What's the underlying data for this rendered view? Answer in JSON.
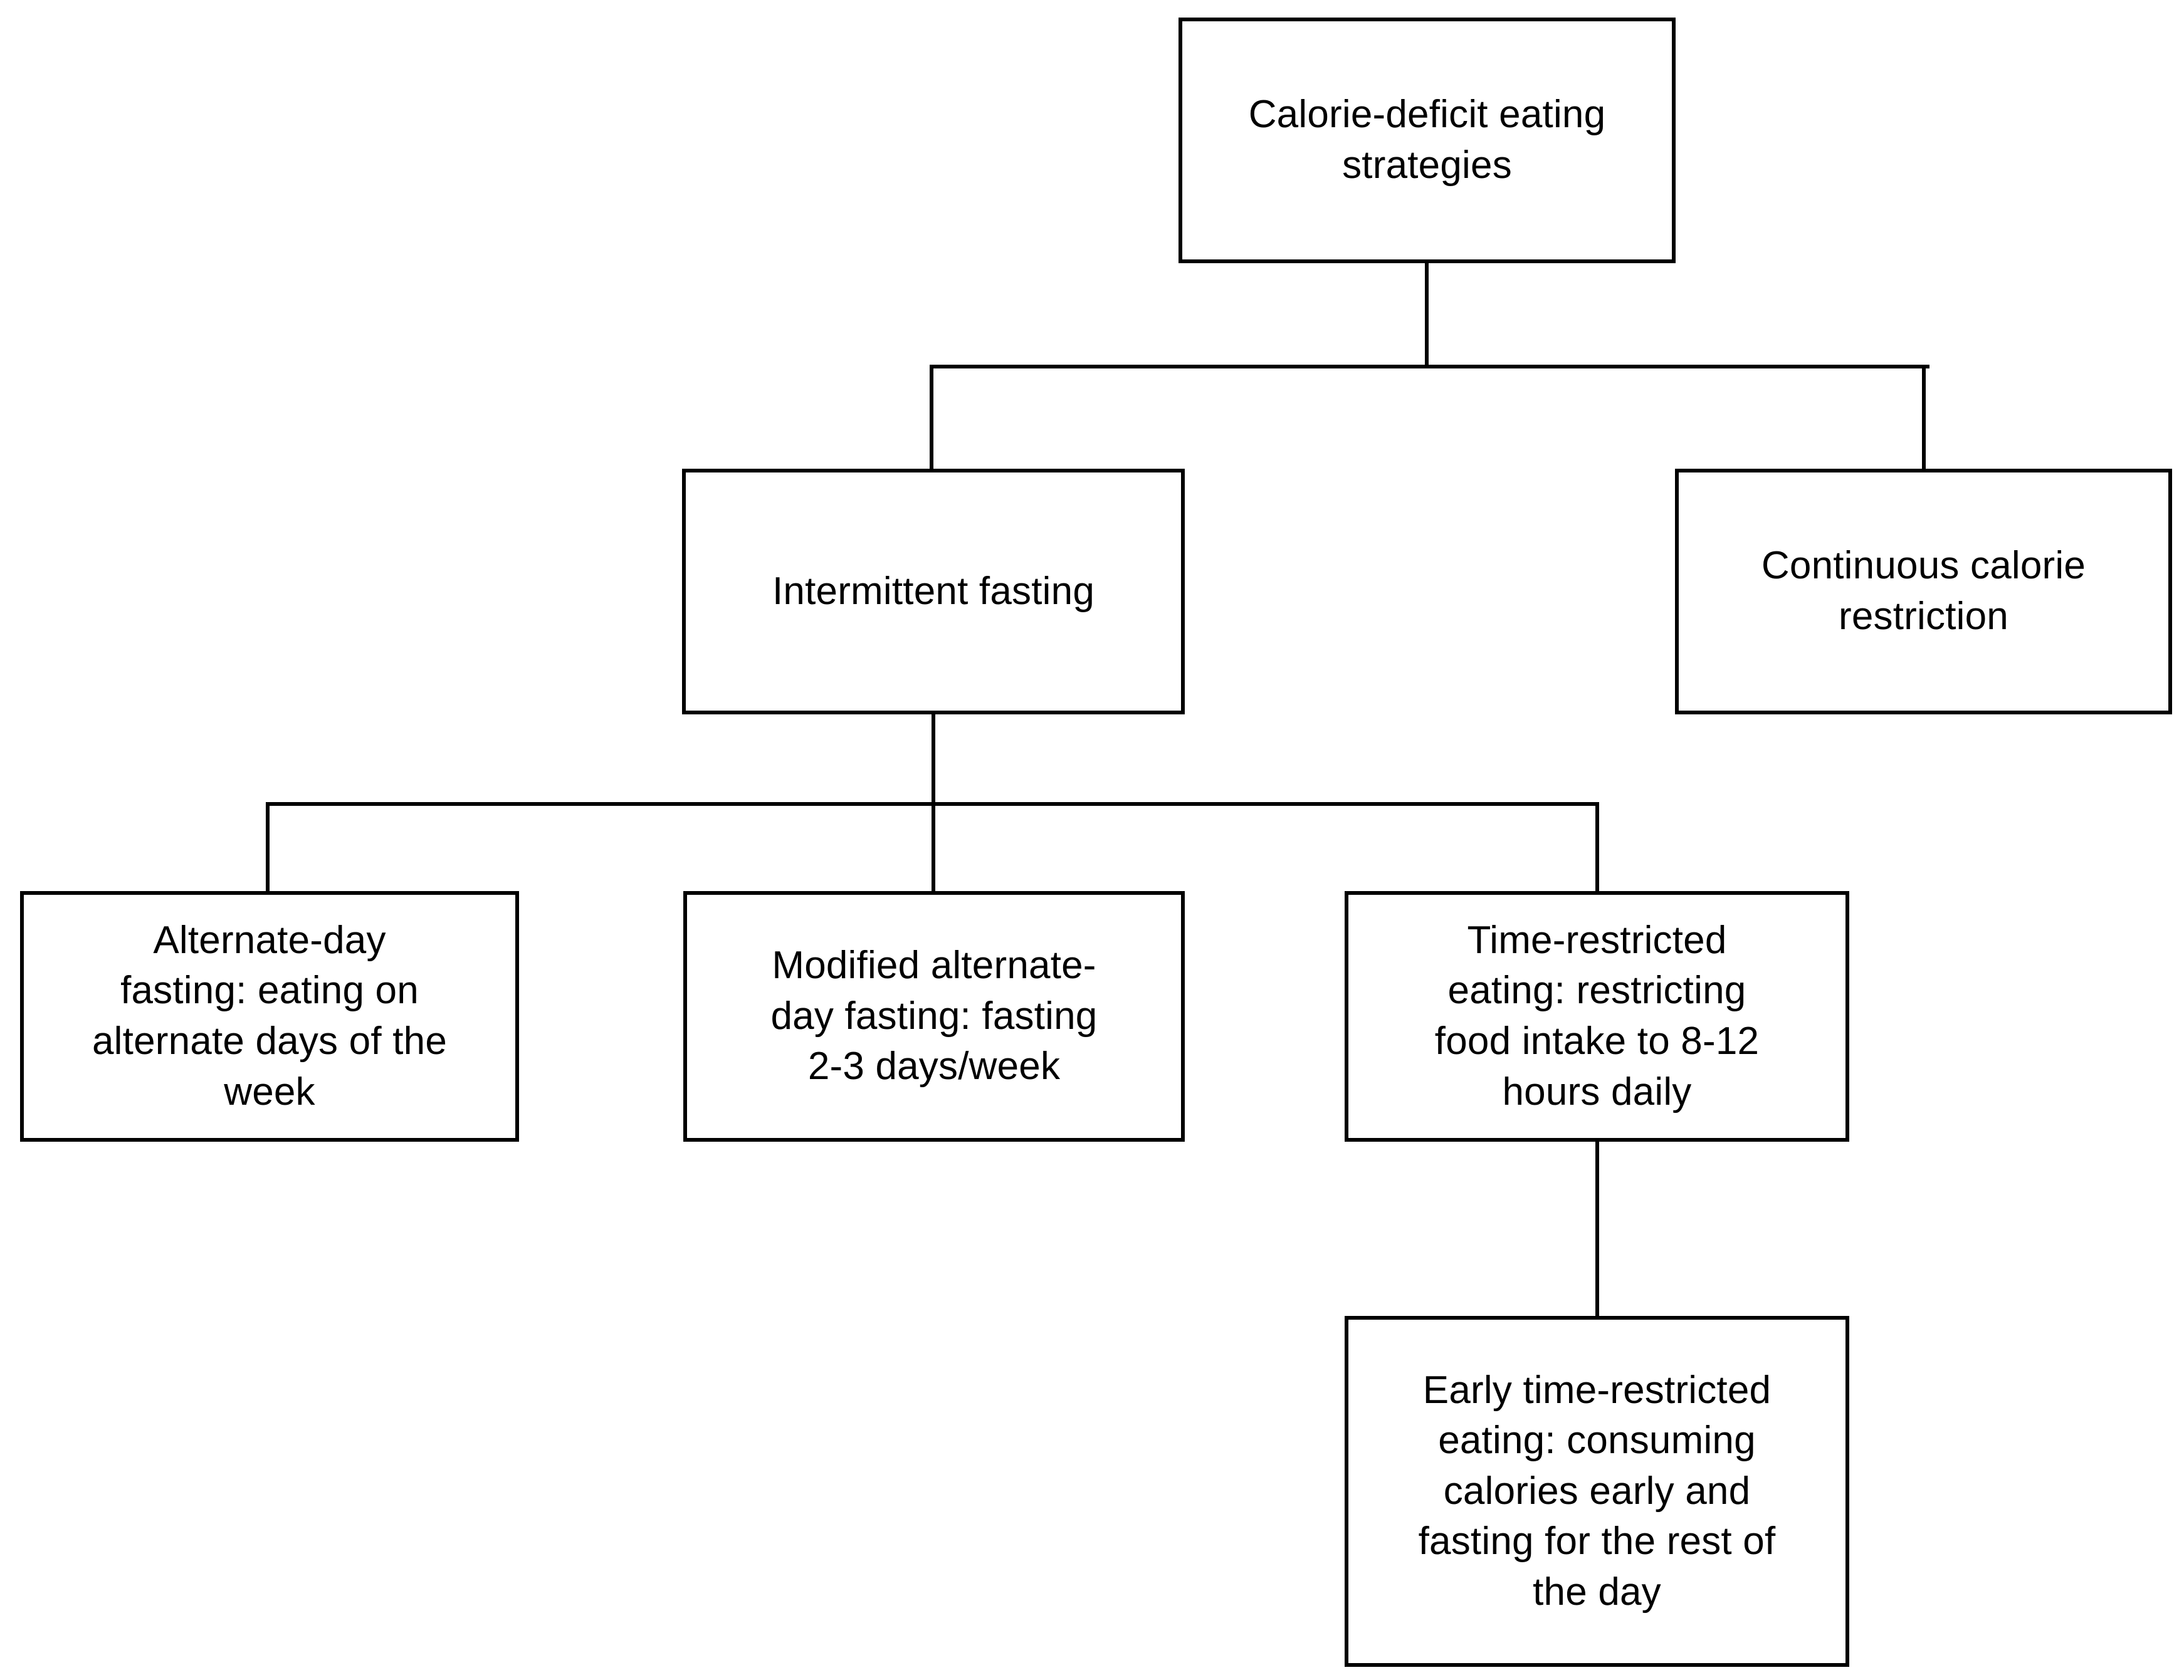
{
  "diagram": {
    "title": "Calorie-deficit eating strategies hierarchy",
    "type": "flowchart-tree",
    "background_color": "#ffffff",
    "box_border_color": "#000000",
    "box_fill_color": "#ffffff",
    "text_color": "#000000",
    "connector_color": "#000000"
  },
  "nodes": {
    "root": {
      "id": "calorie-deficit-eating-strategies",
      "label": "Calorie-deficit eating\nstrategies",
      "level": 1
    },
    "intermittent_fasting": {
      "id": "intermittent-fasting",
      "label": "Intermittent fasting",
      "level": 2
    },
    "continuous_calorie_restriction": {
      "id": "continuous-calorie-restriction",
      "label": "Continuous calorie\nrestriction",
      "level": 2
    },
    "alternate_day_fasting": {
      "id": "alternate-day-fasting",
      "label": "Alternate-day\nfasting: eating on\nalternate days of the\nweek",
      "level": 3
    },
    "modified_alternate_day_fasting": {
      "id": "modified-alternate-day-fasting",
      "label": "Modified alternate-\nday fasting: fasting\n2-3 days/week",
      "level": 3
    },
    "time_restricted_eating": {
      "id": "time-restricted-eating",
      "label": "Time-restricted\neating: restricting\nfood intake to 8-12\nhours daily",
      "level": 3
    },
    "early_time_restricted_eating": {
      "id": "early-time-restricted-eating",
      "label": "Early time-restricted\neating: consuming\ncalories early and\nfasting for the rest of\nthe day",
      "level": 4
    }
  },
  "edges": [
    {
      "from": "calorie-deficit-eating-strategies",
      "to": "intermittent-fasting"
    },
    {
      "from": "calorie-deficit-eating-strategies",
      "to": "continuous-calorie-restriction"
    },
    {
      "from": "intermittent-fasting",
      "to": "alternate-day-fasting"
    },
    {
      "from": "intermittent-fasting",
      "to": "modified-alternate-day-fasting"
    },
    {
      "from": "intermittent-fasting",
      "to": "time-restricted-eating"
    },
    {
      "from": "time-restricted-eating",
      "to": "early-time-restricted-eating"
    }
  ]
}
